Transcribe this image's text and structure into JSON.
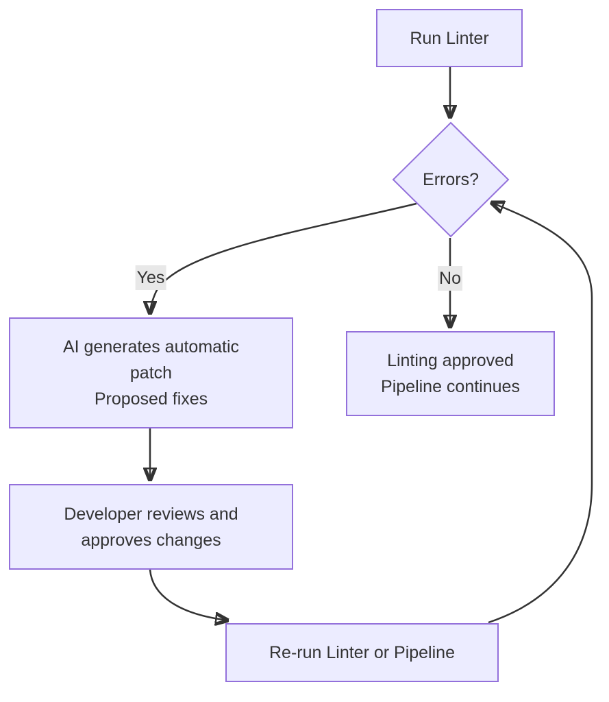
{
  "diagram": {
    "type": "flowchart",
    "background_color": "#ffffff",
    "node_fill_color": "#ececff",
    "node_border_color": "#9370db",
    "edge_color": "#333333",
    "text_color": "#333333",
    "edge_label_background": "#e8e8e8",
    "nodes": {
      "run_linter": {
        "shape": "rect",
        "label": "Run Linter"
      },
      "errors": {
        "shape": "diamond",
        "label": "Errors?"
      },
      "ai_patch": {
        "shape": "rect",
        "lines": [
          "AI generates automatic",
          "patch",
          "Proposed fixes"
        ]
      },
      "linting_approved": {
        "shape": "rect",
        "lines": [
          "Linting approved",
          "Pipeline continues"
        ]
      },
      "developer_review": {
        "shape": "rect",
        "lines": [
          "Developer reviews and",
          "approves changes"
        ]
      },
      "rerun": {
        "shape": "rect",
        "label": "Re-run Linter or Pipeline"
      }
    },
    "edge_labels": {
      "yes": "Yes",
      "no": "No"
    },
    "edges": [
      {
        "from": "run_linter",
        "to": "errors",
        "label": ""
      },
      {
        "from": "errors",
        "to": "ai_patch",
        "label": "Yes"
      },
      {
        "from": "errors",
        "to": "linting_approved",
        "label": "No"
      },
      {
        "from": "ai_patch",
        "to": "developer_review",
        "label": ""
      },
      {
        "from": "developer_review",
        "to": "rerun",
        "label": ""
      },
      {
        "from": "rerun",
        "to": "errors",
        "label": ""
      }
    ]
  }
}
